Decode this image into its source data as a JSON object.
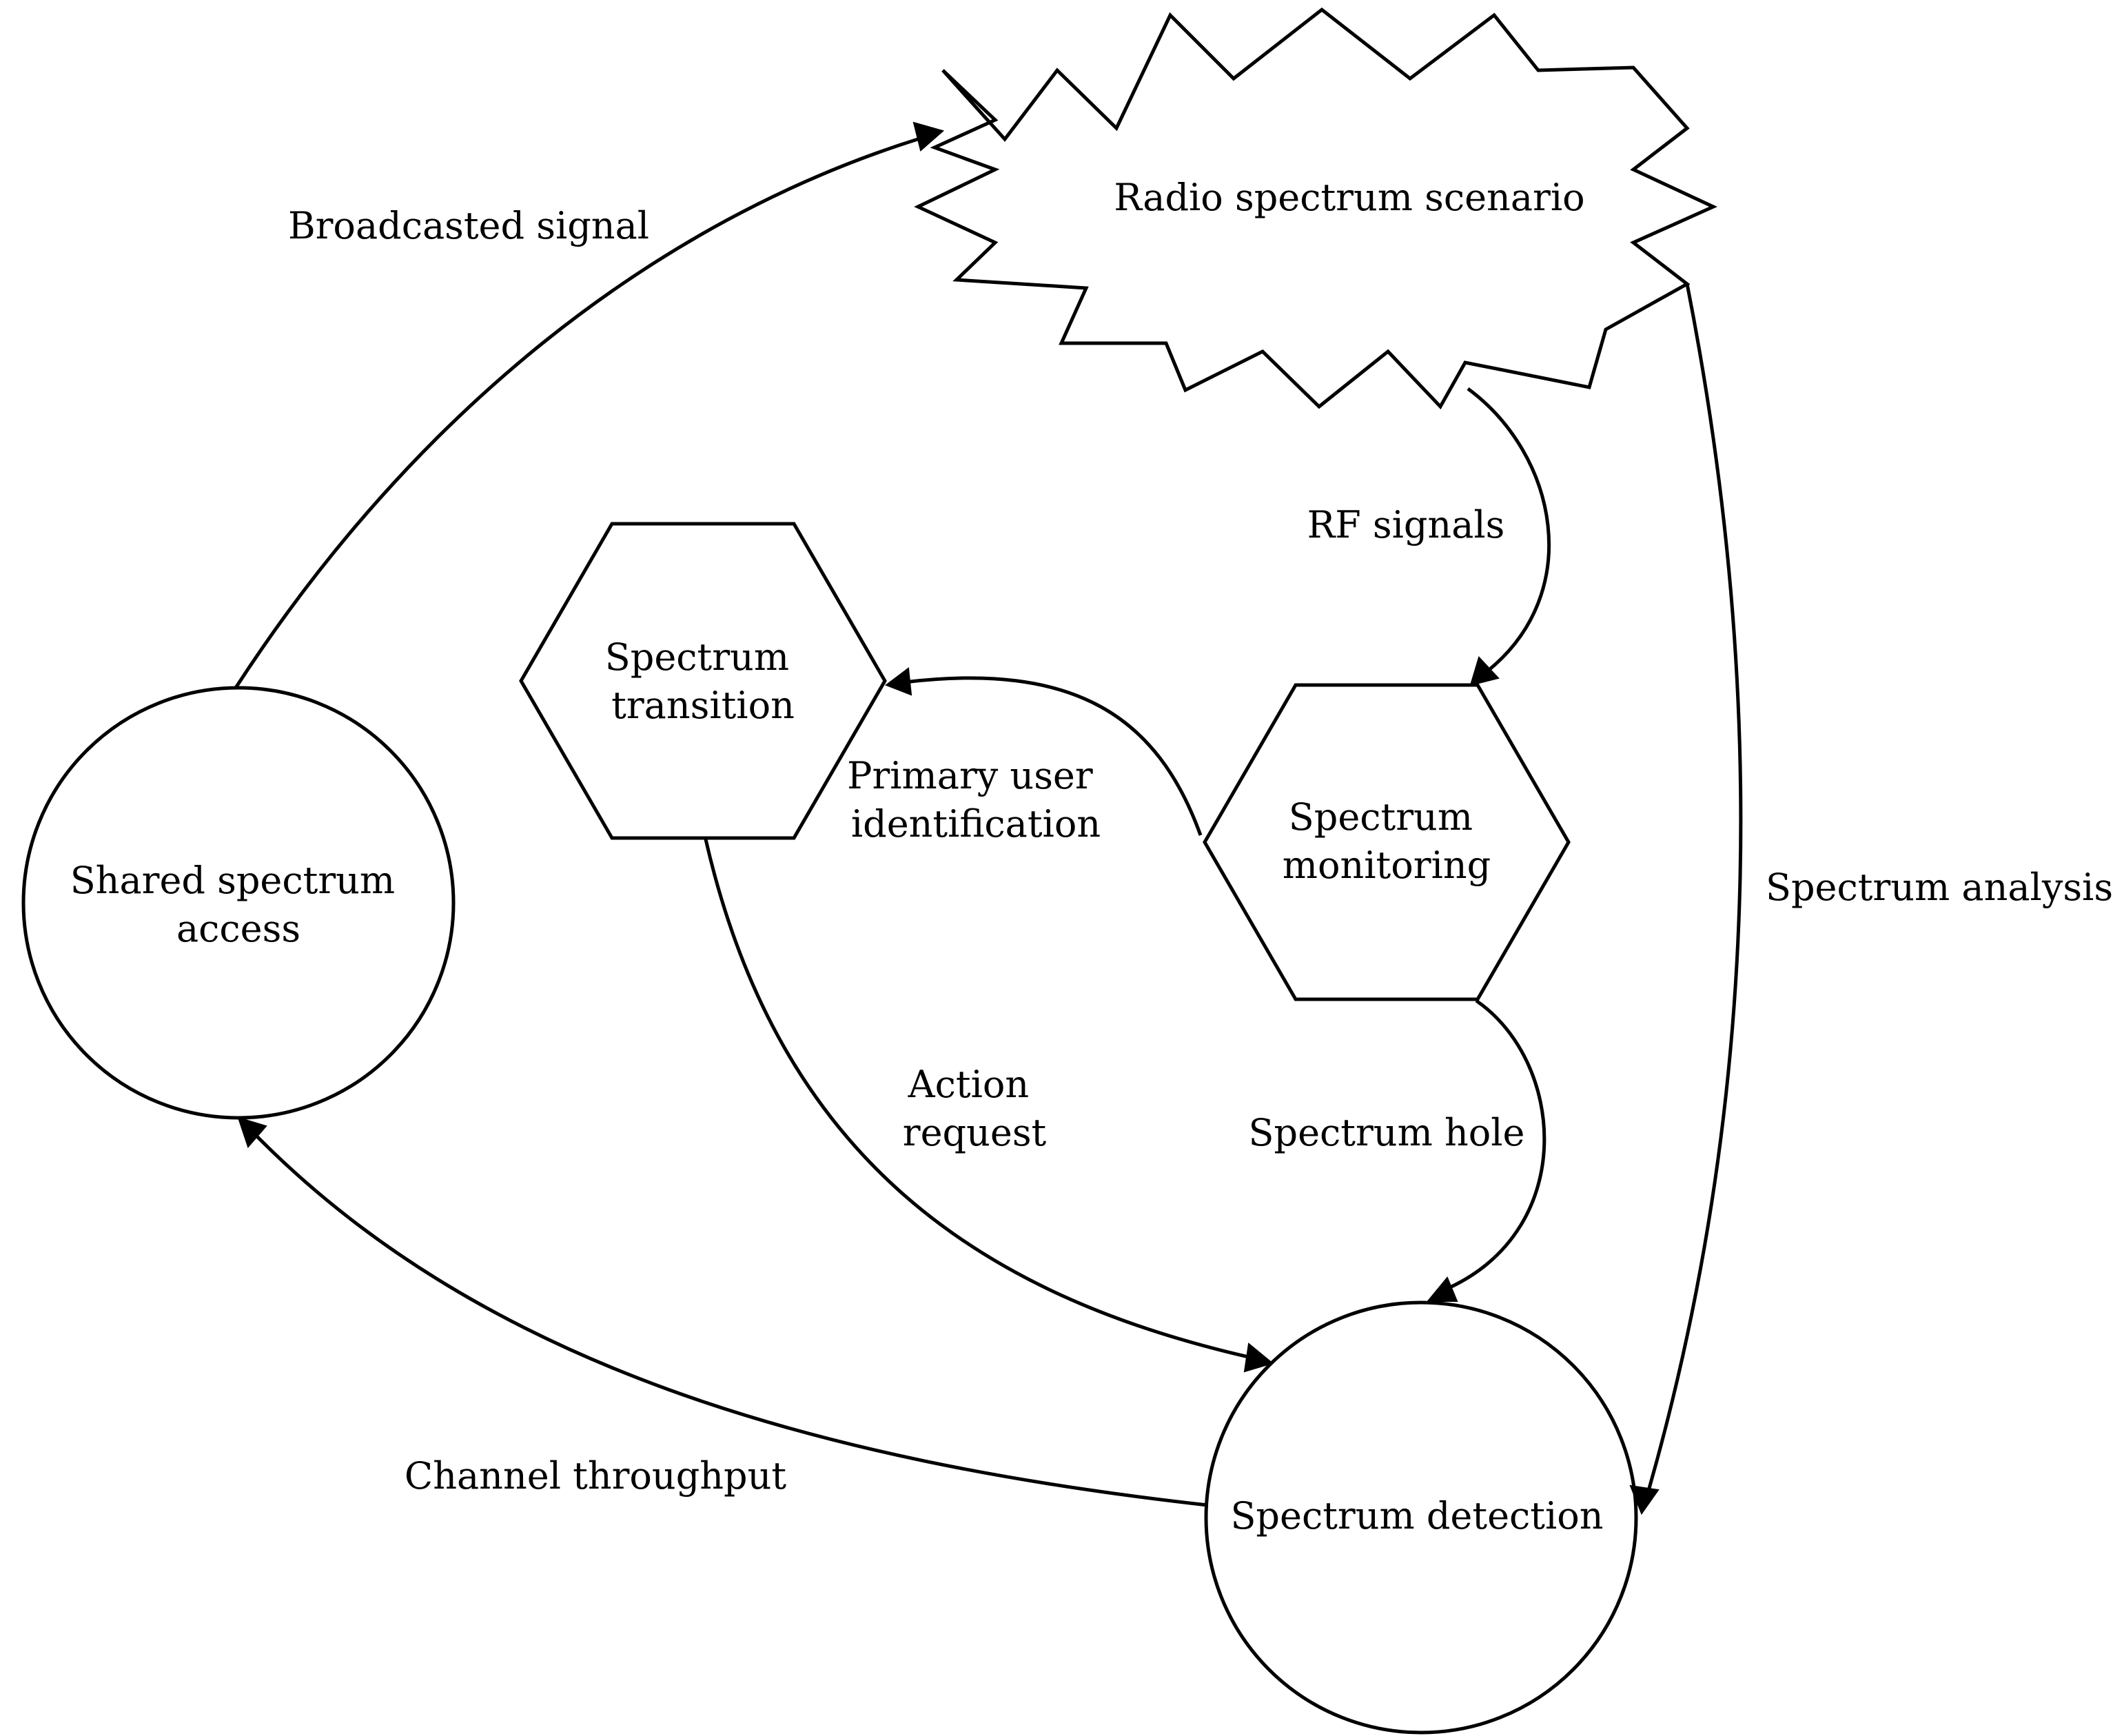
{
  "diagram": {
    "nodes": {
      "radio_spectrum": {
        "lines": [
          "Radio spectrum scenario"
        ],
        "shape": "starburst"
      },
      "spectrum_transition": {
        "lines": [
          "Spectrum",
          "transition"
        ],
        "shape": "hexagon"
      },
      "spectrum_monitoring": {
        "lines": [
          "Spectrum",
          "monitoring"
        ],
        "shape": "hexagon"
      },
      "shared_access": {
        "lines": [
          "Shared spectrum",
          "access"
        ],
        "shape": "circle"
      },
      "spectrum_detection": {
        "lines": [
          "Spectrum detection"
        ],
        "shape": "circle"
      }
    },
    "edges": {
      "broadcasted": {
        "from": "shared_access",
        "to": "radio_spectrum",
        "lines": [
          "Broadcasted signal"
        ]
      },
      "rf_signals": {
        "from": "radio_spectrum",
        "to": "spectrum_monitoring",
        "lines": [
          "RF signals"
        ]
      },
      "primary_user": {
        "from": "spectrum_monitoring",
        "to": "spectrum_transition",
        "lines": [
          "Primary user",
          "identification"
        ]
      },
      "spectrum_analysis": {
        "from": "radio_spectrum",
        "to": "spectrum_detection",
        "lines": [
          "Spectrum analysis"
        ]
      },
      "spectrum_hole": {
        "from": "spectrum_monitoring",
        "to": "spectrum_detection",
        "lines": [
          "Spectrum hole"
        ]
      },
      "action_request": {
        "from": "spectrum_transition",
        "to": "spectrum_detection",
        "lines": [
          "Action",
          "request"
        ]
      },
      "channel_throughput": {
        "from": "spectrum_detection",
        "to": "shared_access",
        "lines": [
          "Channel throughput"
        ]
      }
    }
  }
}
